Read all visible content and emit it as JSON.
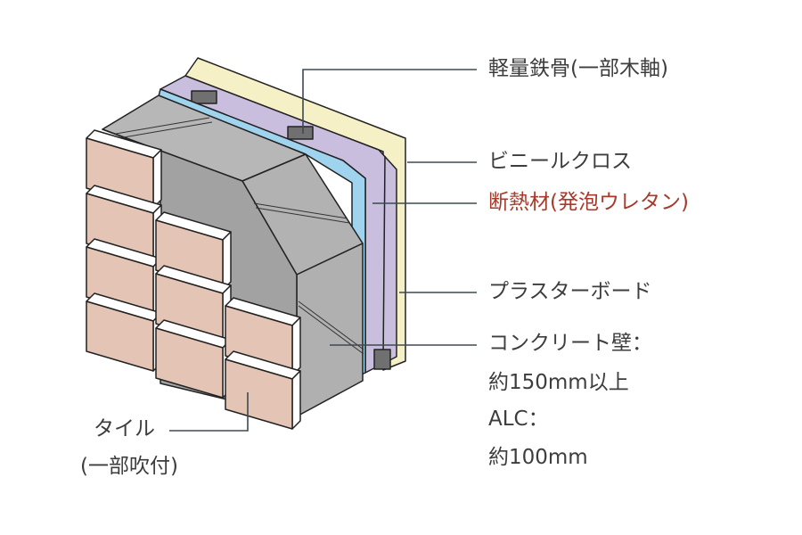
{
  "labels": {
    "steel_frame": "軽量鉄骨(一部木軸)",
    "vinyl_cloth": "ビニールクロス",
    "insulation": "断熱材(発泡ウレタン)",
    "plaster_board": "プラスターボード",
    "concrete_wall": "コンクリート壁：",
    "concrete_thickness": "約150mm以上",
    "alc": "ALC：",
    "alc_thickness": "約100mm",
    "tile": "タイル",
    "tile_note": "(一部吹付)"
  },
  "colors": {
    "board": "#f6f0c6",
    "cloth": "#c9bedd",
    "insulation": "#9fd3ee",
    "concrete_top": "#b7b7b7",
    "concrete_front": "#a2a2a2",
    "tile": "#e4c4b5",
    "highlight_label": "#a8392b"
  }
}
